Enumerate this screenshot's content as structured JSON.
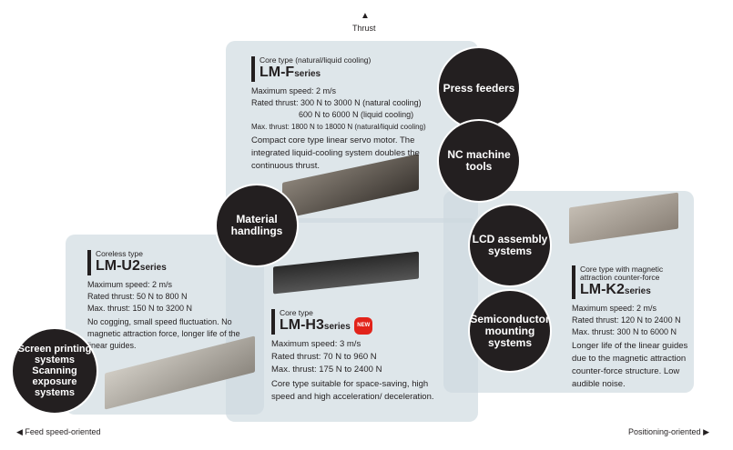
{
  "axes": {
    "up": "Thrust",
    "left": "Feed speed-oriented",
    "right": "Positioning-oriented"
  },
  "series": {
    "lmf": {
      "type": "Core type (natural/liquid cooling)",
      "name": "LM-F",
      "suffix": "series",
      "specs": [
        "Maximum speed: 2 m/s",
        "Rated thrust: 300 N to 3000 N (natural cooling)",
        "600 N to 6000 N (liquid cooling)",
        "Max. thrust: 1800 N to 18000 N (natural/liquid cooling)"
      ],
      "desc": "Compact core type linear servo motor. The integrated liquid-cooling system doubles the continuous thrust."
    },
    "lmu2": {
      "type": "Coreless type",
      "name": "LM-U2",
      "suffix": "series",
      "specs": [
        "Maximum speed: 2 m/s",
        "Rated thrust: 50 N to 800 N",
        "Max. thrust: 150 N to 3200 N"
      ],
      "desc": "No cogging, small speed fluctuation. No magnetic attraction force, longer life of the linear guides."
    },
    "lmh3": {
      "type": "Core type",
      "name": "LM-H3",
      "suffix": "series",
      "badge": "NEW",
      "specs": [
        "Maximum speed: 3 m/s",
        "Rated thrust: 70 N to 960 N",
        "Max. thrust: 175 N to 2400 N"
      ],
      "desc": "Core type suitable for space-saving, high speed and high acceleration/ deceleration."
    },
    "lmk2": {
      "type": "Core type with magnetic attraction counter-force",
      "name": "LM-K2",
      "suffix": "series",
      "specs": [
        "Maximum speed: 2 m/s",
        "Rated thrust: 120 N to 2400 N",
        "Max. thrust: 300 N to 6000 N"
      ],
      "desc": "Longer life of the linear guides due to the magnetic attraction counter-force structure. Low audible noise."
    }
  },
  "apps": [
    "Press feeders",
    "NC machine tools",
    "Material handlings",
    "LCD assembly systems",
    "Semiconductor mounting systems",
    "Screen printing systems Scanning exposure systems"
  ]
}
